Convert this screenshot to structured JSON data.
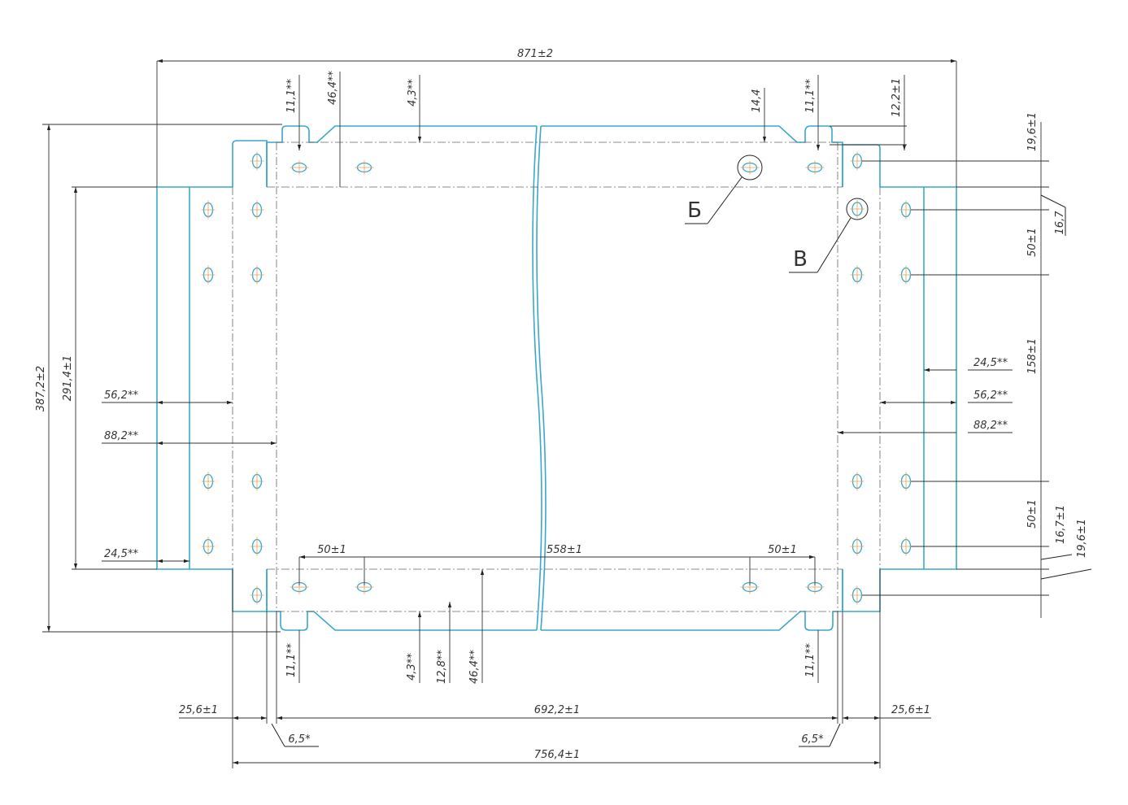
{
  "dimensions": {
    "overall_width": "871±2",
    "overall_height": "387,2±2",
    "inner_height": "291,4±1",
    "d_11_1_tl": "11,1**",
    "d_46_4_top": "46,4**",
    "d_4_3_top": "4,3**",
    "d_14_4": "14,4",
    "d_11_1_tr": "11,1**",
    "d_12_2": "12,2±1",
    "d_19_6_top": "19,6±1",
    "d_16_7_top": "16,7",
    "d_50_right_top": "50±1",
    "d_158": "158±1",
    "d_50_right_bot": "50±1",
    "d_16_7_bot": "16,7±1",
    "d_19_6_bot": "19,6±1",
    "d_24_5_right": "24,5**",
    "d_56_2_right": "56,2**",
    "d_88_2_right": "88,2**",
    "d_56_2_left": "56,2**",
    "d_88_2_left": "88,2**",
    "d_24_5_left": "24,5**",
    "d_50_bl": "50±1",
    "d_558": "558±1",
    "d_50_br": "50±1",
    "d_11_1_bl": "11,1**",
    "d_4_3_bot": "4,3**",
    "d_12_8": "12,8**",
    "d_46_4_bot": "46,4**",
    "d_11_1_br": "11,1**",
    "d_25_6_left": "25,6±1",
    "d_692_2": "692,2±1",
    "d_25_6_right": "25,6±1",
    "d_6_5_left": "6,5*",
    "d_6_5_right": "6,5*",
    "d_756_4": "756,4±1"
  },
  "callouts": {
    "detail_b": "Б",
    "detail_v": "В"
  },
  "colors": {
    "part_outline": "#3aa8c8",
    "dimension_line": "#333333",
    "hole_center": "#e0a050"
  }
}
